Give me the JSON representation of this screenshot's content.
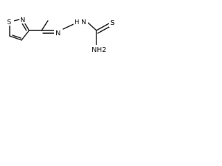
{
  "structure": {
    "atoms": {
      "ring_s": "S",
      "ring_n": "N",
      "imine_n": "N",
      "hydrazine_n": "N",
      "hydrazine_h": "H",
      "thione_s": "S",
      "amine_nh2": "NH2"
    }
  },
  "colors": {
    "bond": "#000000",
    "label": "#000000",
    "background": "#ffffff"
  }
}
